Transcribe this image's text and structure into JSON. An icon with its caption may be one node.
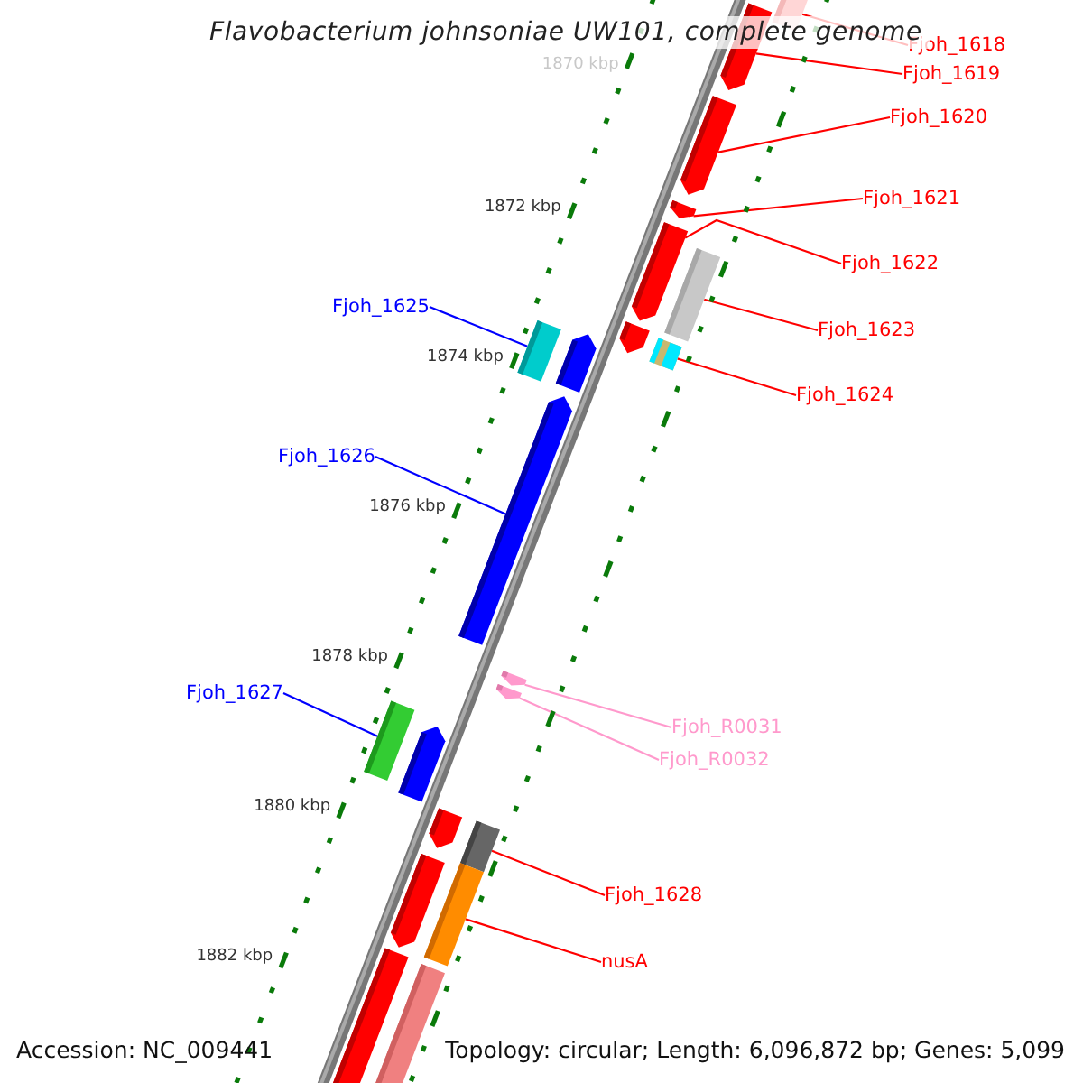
{
  "diagram": {
    "title": "Flavobacterium johnsoniae UW101, complete genome",
    "nodes": [
      {
        "text": [
          "Fjoh_1618"
        ]
      },
      {
        "text": [
          "Fjoh_1619"
        ]
      },
      {
        "text": [
          "Fjoh_1620"
        ]
      },
      {
        "text": [
          "Fjoh_1621"
        ]
      },
      {
        "text": [
          "Fjoh_1622"
        ]
      },
      {
        "text": [
          "Fjoh_1623"
        ]
      },
      {
        "text": [
          "Fjoh_1625"
        ]
      },
      {
        "text": [
          "Fjoh_1624"
        ]
      },
      {
        "text": [
          "Fjoh_1626"
        ]
      },
      {
        "text": [
          "Fjoh_1627"
        ]
      },
      {
        "text": [
          "Fjoh_R0031"
        ]
      },
      {
        "text": [
          "Fjoh_R0032"
        ]
      },
      {
        "text": [
          "Fjoh_1628"
        ]
      },
      {
        "text": [
          "nusA"
        ]
      },
      {
        "text": [],
        "shape": "bar"
      },
      {
        "text": [],
        "shape": "bar"
      },
      {
        "text": [],
        "shape": "bar"
      },
      {
        "text": [],
        "shape": "bar"
      },
      {
        "text": [],
        "shape": "bar"
      },
      {
        "text": [],
        "shape": "bar"
      },
      {
        "text": [],
        "shape": "bar"
      },
      {
        "text": [],
        "shape": "bar"
      },
      {
        "text": [],
        "shape": "bar"
      },
      {
        "text": [],
        "shape": "bar"
      },
      {
        "text": [],
        "shape": "bar"
      },
      {
        "text": [],
        "shape": "bar"
      },
      {
        "text": [],
        "shape": "bar"
      },
      {
        "text": [],
        "shape": "bar"
      },
      {
        "text": [],
        "shape": "bar"
      },
      {
        "text": [],
        "shape": "bar"
      },
      {
        "text": [],
        "shape": "bar"
      },
      {
        "text": [],
        "shape": "bar"
      },
      {
        "text": [],
        "shape": "bar"
      },
      {
        "text": [],
        "shape": "bar"
      },
      {
        "text": [],
        "shape": "bar"
      }
    ],
    "edges": [
      {
        "from": 0,
        "to": 14,
        "arrow": "none"
      },
      {
        "from": 1,
        "to": 15,
        "arrow": "none"
      },
      {
        "from": 2,
        "to": 16,
        "arrow": "none"
      },
      {
        "from": 3,
        "to": 17,
        "arrow": "none"
      },
      {
        "from": 4,
        "to": 18,
        "arrow": "none"
      },
      {
        "from": 5,
        "to": 19,
        "arrow": "none"
      },
      {
        "from": 6,
        "to": 20,
        "arrow": "none",
        "color": "#0000ff"
      },
      {
        "from": 7,
        "to": 23,
        "arrow": "none"
      },
      {
        "from": 8,
        "to": 24,
        "arrow": "none",
        "color": "#0000ff"
      },
      {
        "from": 9,
        "to": 27,
        "arrow": "none",
        "color": "#0000ff"
      },
      {
        "from": 10,
        "to": 25,
        "arrow": "none",
        "color": "#ff99cc"
      },
      {
        "from": 11,
        "to": 26,
        "arrow": "none",
        "color": "#ff99cc"
      },
      {
        "from": 12,
        "to": 30,
        "arrow": "none"
      },
      {
        "from": 13,
        "to": 32,
        "arrow": "none"
      }
    ],
    "labels": [
      "1870 kbp",
      "1872 kbp",
      "1874 kbp",
      "1876 kbp",
      "1878 kbp",
      "1880 kbp",
      "1882 kbp",
      "Accession: NC_009441",
      "Topology: circular; Length: 6,096,872 bp; Genes: 5,099"
    ]
  }
}
